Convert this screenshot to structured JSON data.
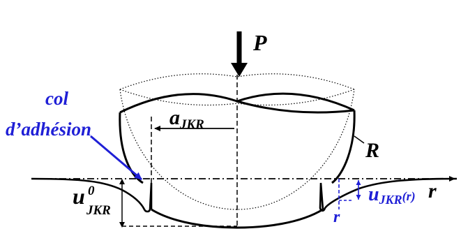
{
  "labels": {
    "force": "P",
    "radius": "R",
    "r_axis": "r",
    "r_marker": "r",
    "contact_radius_main": "a",
    "contact_radius_sub": "JKR",
    "neck_line1": "col",
    "neck_line2": "d’adhésion",
    "u0_main": "u",
    "u0_sup": "0",
    "u0_sub": "JKR",
    "ur_main": "u",
    "ur_sub": "JKR",
    "ur_arg": "(r)"
  },
  "colors": {
    "ink": "#000000",
    "accent": "#1f1fd6"
  }
}
